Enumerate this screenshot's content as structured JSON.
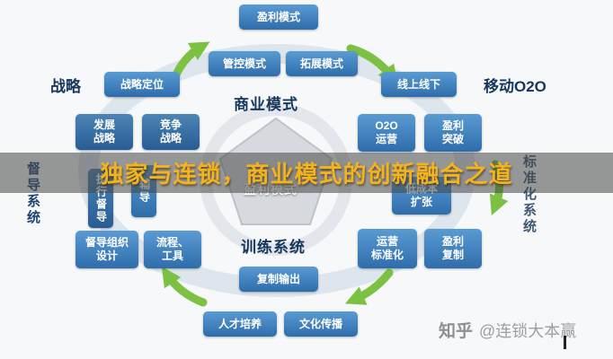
{
  "title": {
    "text": "独家与连锁，商业模式的创新融合之道"
  },
  "watermark": {
    "brand": "知乎",
    "handle": "@连锁大本赢"
  },
  "labels": {
    "strategy": "战略",
    "business_model": "商业模式",
    "mobile_o2o": "移动O2O",
    "supervision_system": "督导系统",
    "standardization_system": "标准化系统",
    "training_system": "训练系统",
    "pentagon": "盈利模式"
  },
  "boxes": {
    "profit_model": "盈利模式",
    "control_model": "管控模式",
    "expansion_model": "拓展模式",
    "strategy_positioning": "战略定位",
    "online_offline": "线上线下",
    "development_strategy": "发展\n战略",
    "competition_strategy": "竞争\n战略",
    "o2o_operation": "O2O\n运营",
    "profit_breakthrough": "盈利\n突破",
    "execution_supervision": "执行督导",
    "coaching": "辅导",
    "supervision_org_design": "督导组织\n设计",
    "process_tools": "流程、\n工具",
    "low_cost_expansion": "低成本\n扩张",
    "operation_standardization": "运营\n标准化",
    "profit_replication": "盈利\n复制",
    "copy_output": "复制输出",
    "talent_training": "人才培养",
    "culture_spread": "文化传播"
  },
  "colors": {
    "box_blue": "#3c7fc1",
    "arrow_green": "#7cc142",
    "title_gold": "#f3b31f",
    "ring_gray": "#c9d6e3"
  }
}
